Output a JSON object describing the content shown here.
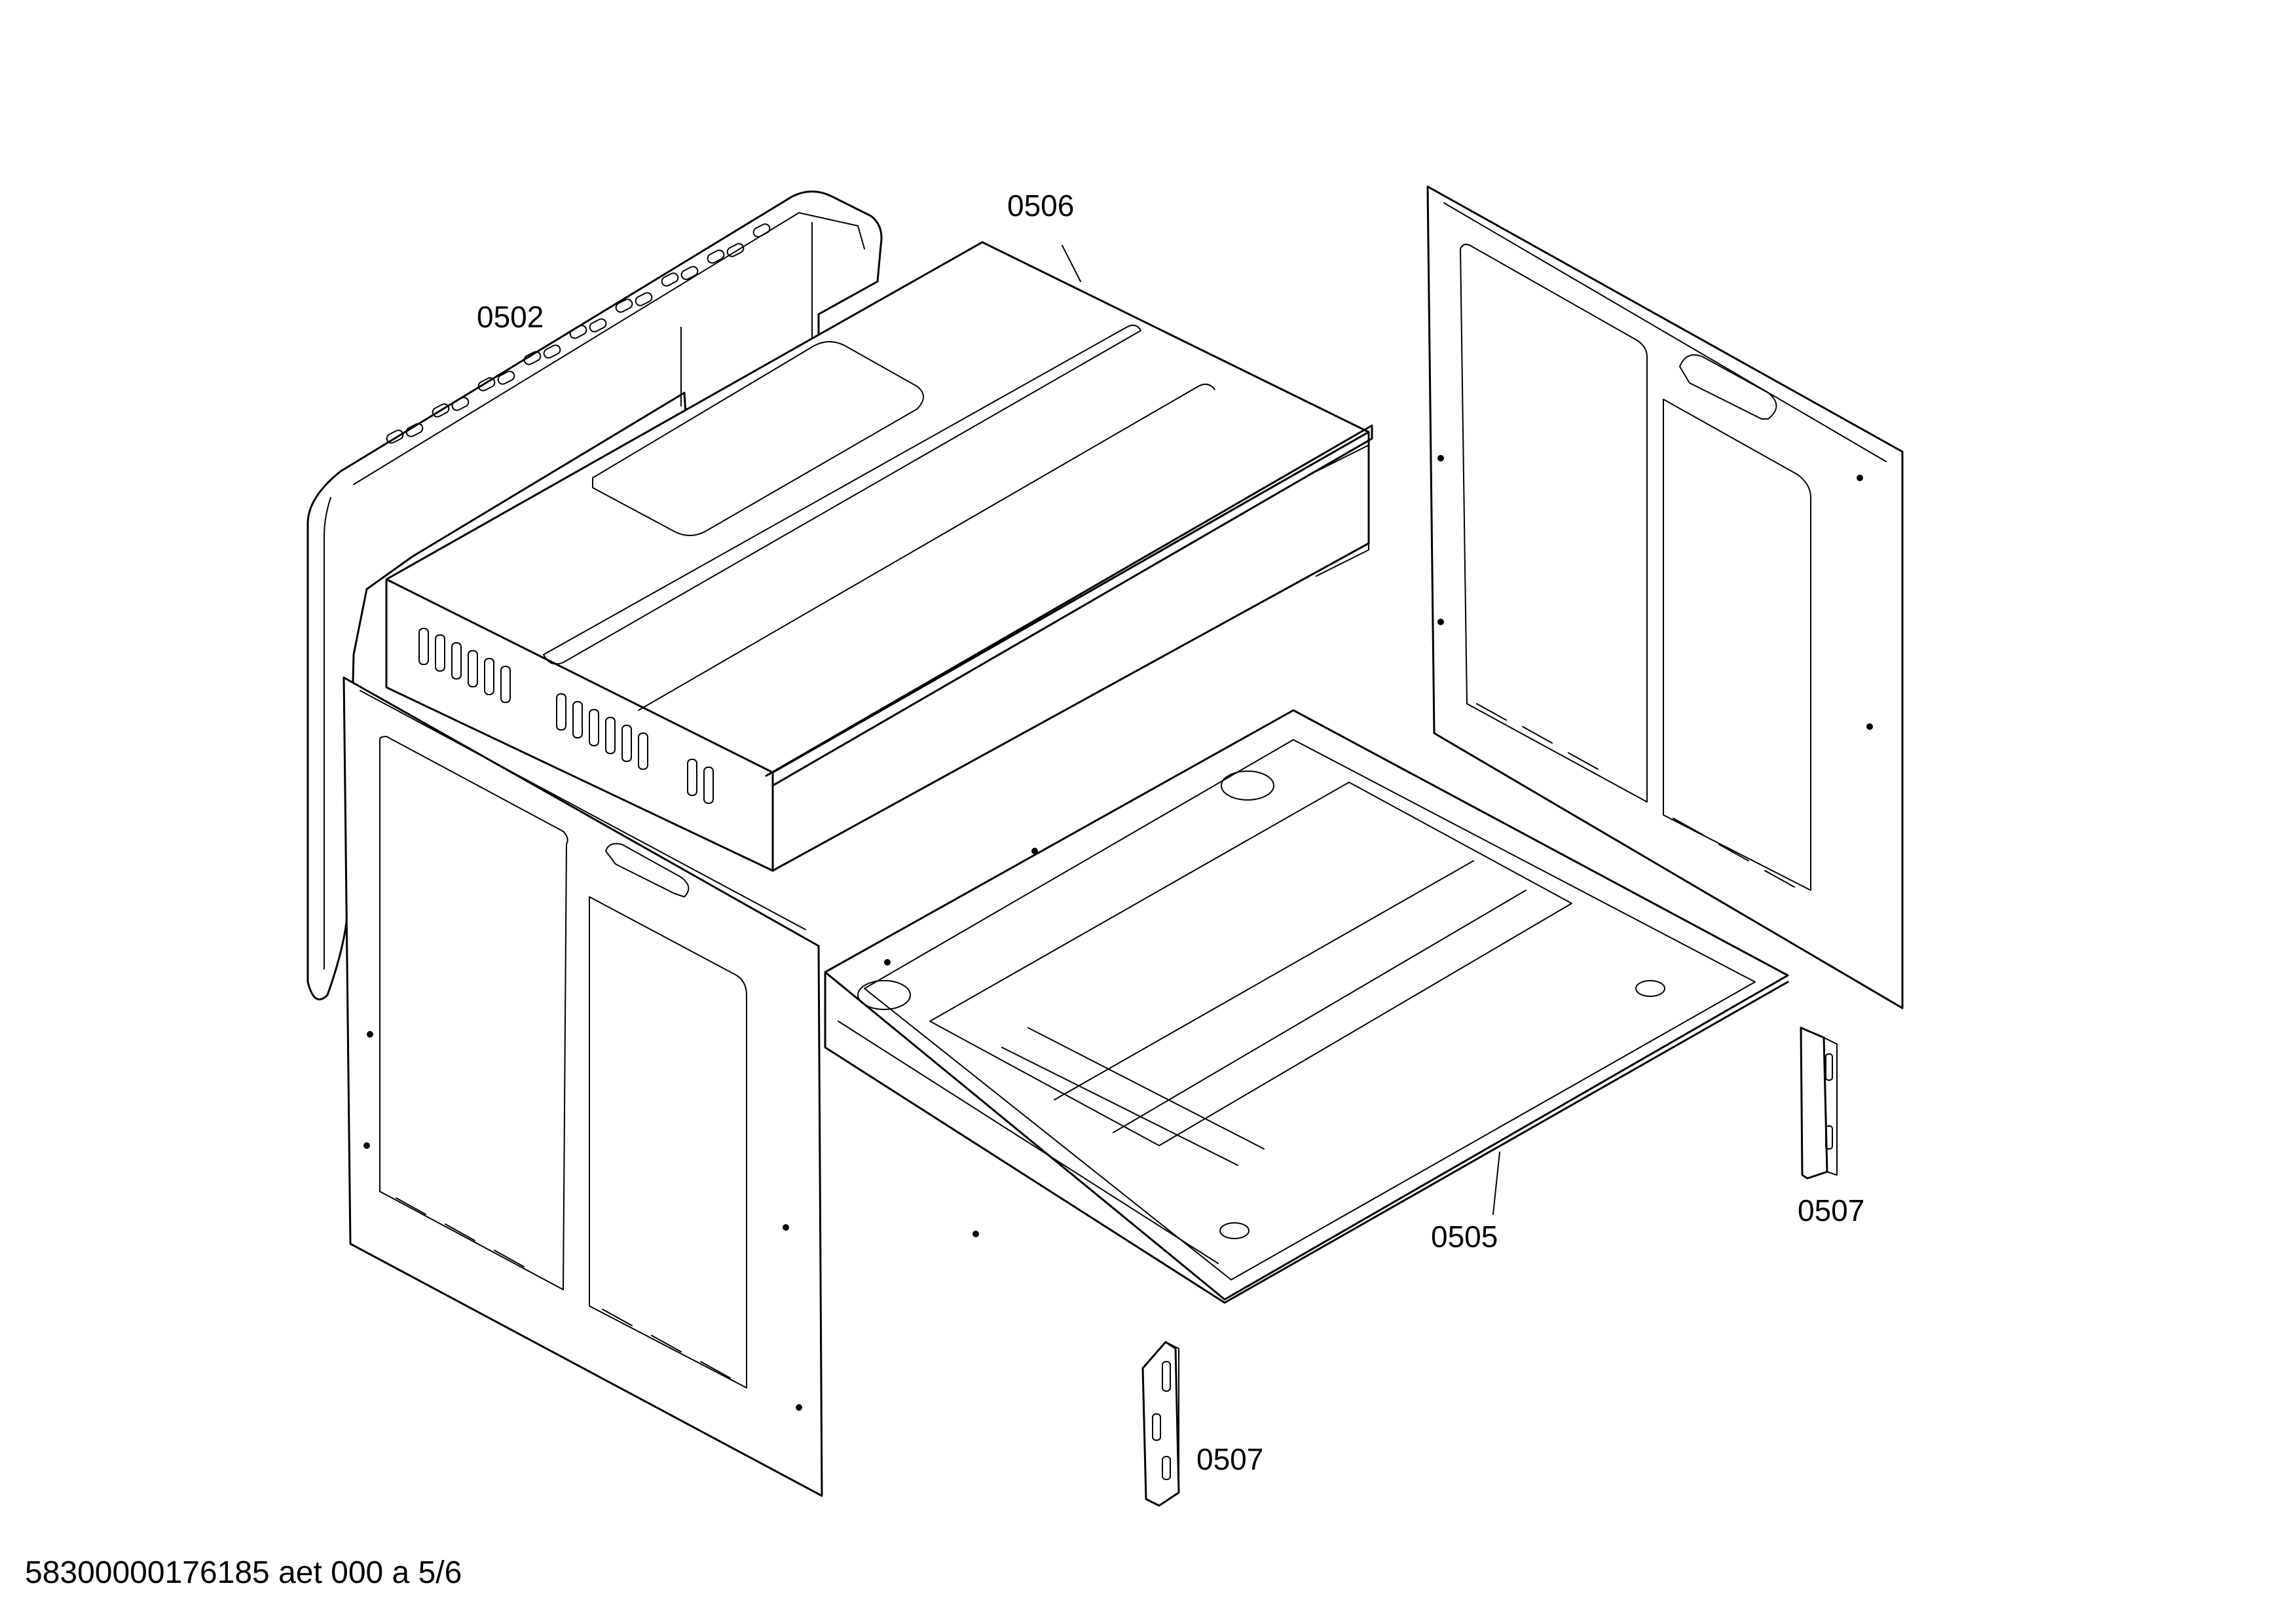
{
  "diagram": {
    "part_labels": {
      "p0502": "0502",
      "p0506": "0506",
      "p0505": "0505",
      "p0507_right": "0507",
      "p0507_bottom": "0507"
    },
    "footer": "58300000176185 aet 000 a 5/6",
    "colors": {
      "line": "#000000",
      "background": "#ffffff"
    }
  }
}
